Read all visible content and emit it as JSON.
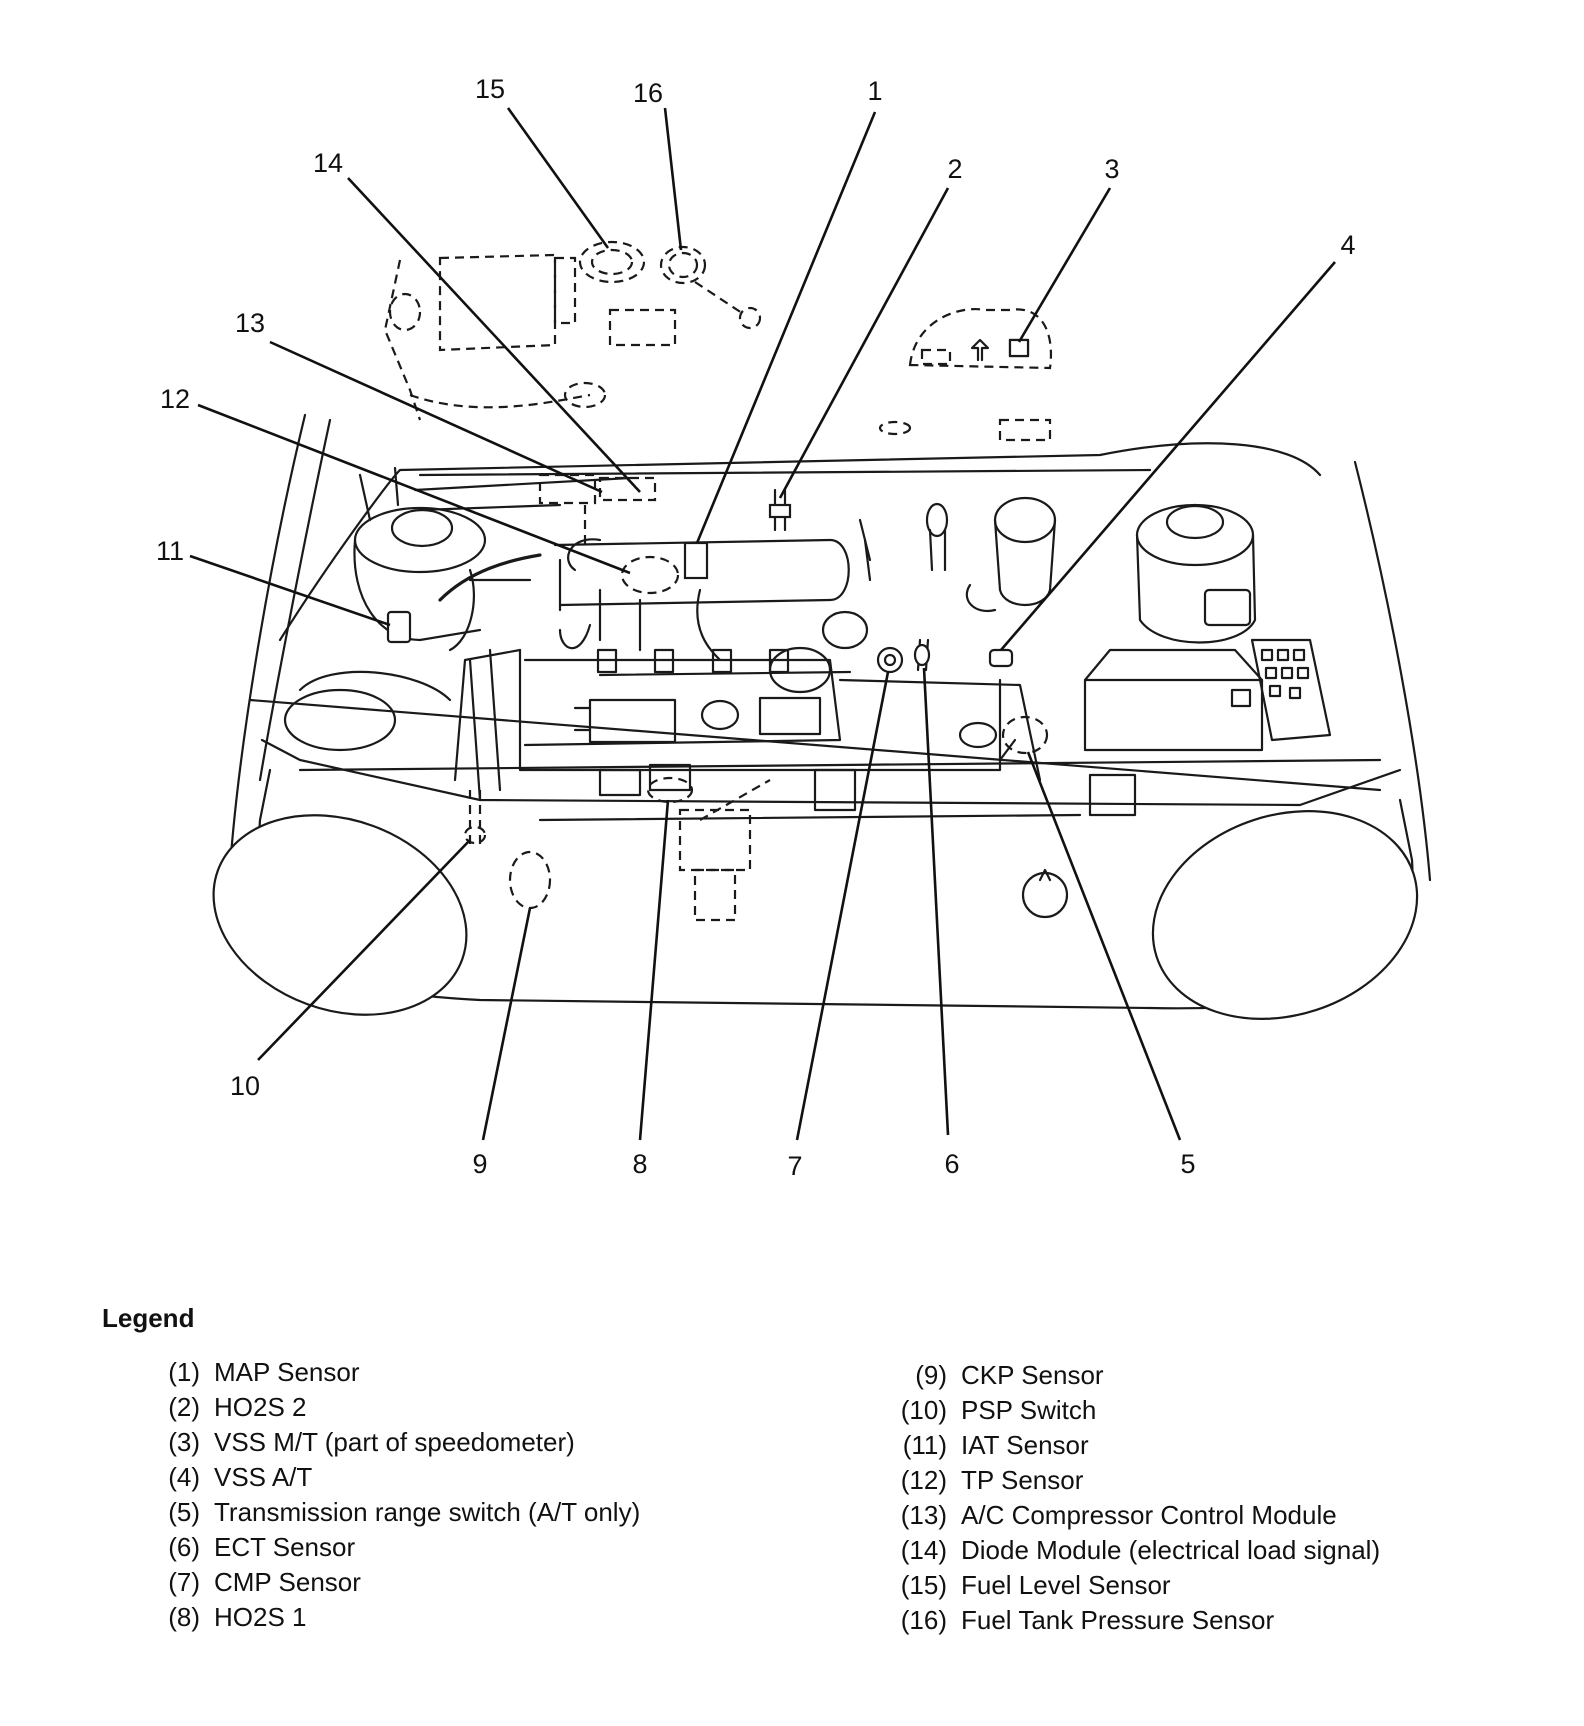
{
  "legend": {
    "title": "Legend",
    "items": [
      {
        "num": "(1)",
        "label": "MAP Sensor"
      },
      {
        "num": "(2)",
        "label": "HO2S 2"
      },
      {
        "num": "(3)",
        "label": "VSS M/T (part of speedometer)"
      },
      {
        "num": "(4)",
        "label": "VSS A/T"
      },
      {
        "num": "(5)",
        "label": "Transmission range switch (A/T only)"
      },
      {
        "num": "(6)",
        "label": "ECT Sensor"
      },
      {
        "num": "(7)",
        "label": "CMP Sensor"
      },
      {
        "num": "(8)",
        "label": "HO2S 1"
      },
      {
        "num": "(9)",
        "label": "CKP Sensor"
      },
      {
        "num": "(10)",
        "label": "PSP Switch"
      },
      {
        "num": "(11)",
        "label": "IAT Sensor"
      },
      {
        "num": "(12)",
        "label": "TP Sensor"
      },
      {
        "num": "(13)",
        "label": "A/C Compressor Control Module"
      },
      {
        "num": "(14)",
        "label": "Diode Module (electrical load signal)"
      },
      {
        "num": "(15)",
        "label": "Fuel Level Sensor"
      },
      {
        "num": "(16)",
        "label": "Fuel Tank Pressure Sensor"
      }
    ]
  },
  "callouts": [
    "1",
    "2",
    "3",
    "4",
    "5",
    "6",
    "7",
    "8",
    "9",
    "10",
    "11",
    "12",
    "13",
    "14",
    "15",
    "16"
  ]
}
